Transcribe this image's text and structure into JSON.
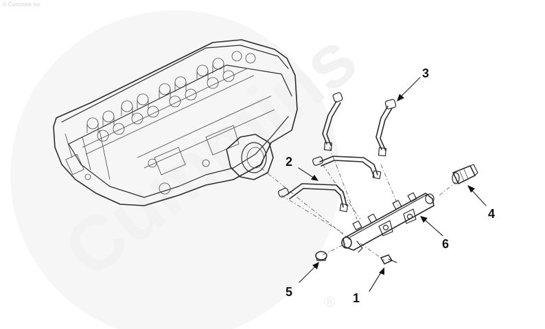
{
  "watermark": {
    "brand_text": "Cummins",
    "copyright_text": "© Cummins Inc",
    "registered_mark": "®"
  },
  "callouts": [
    {
      "id": "1",
      "label": "1"
    },
    {
      "id": "2",
      "label": "2"
    },
    {
      "id": "3",
      "label": "3"
    },
    {
      "id": "4",
      "label": "4"
    },
    {
      "id": "5",
      "label": "5"
    },
    {
      "id": "6",
      "label": "6"
    }
  ],
  "colors": {
    "line": "#2a2a2a",
    "watermark": "#f2f2f2",
    "background": "#ffffff"
  }
}
